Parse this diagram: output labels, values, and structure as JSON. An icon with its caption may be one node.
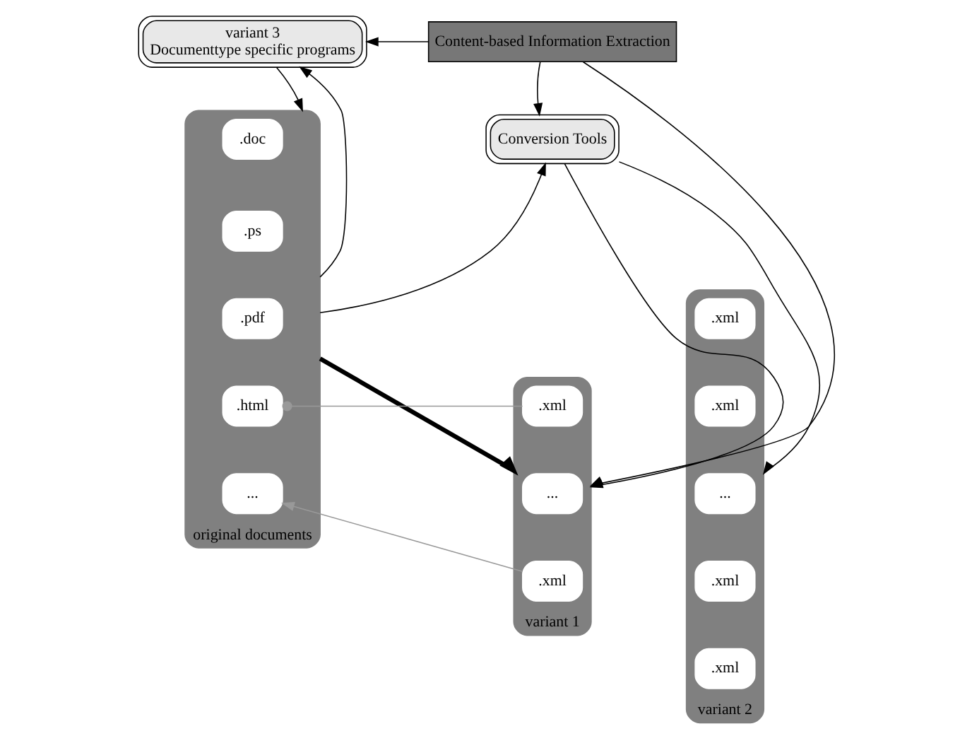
{
  "diagram": {
    "nodes": [
      {
        "text": [
          "variant 3",
          "Documenttype specific programs"
        ]
      },
      {
        "text": [
          "Content-based Information Extraction"
        ]
      },
      {
        "text": [
          "Conversion Tools"
        ]
      },
      {
        "text": [
          "original documents"
        ]
      },
      {
        "text": [
          ".doc"
        ],
        "in": 3
      },
      {
        "text": [
          ".ps"
        ],
        "in": 3
      },
      {
        "text": [
          ".pdf"
        ],
        "in": 3
      },
      {
        "text": [
          ".html"
        ],
        "in": 3
      },
      {
        "text": [
          "..."
        ],
        "in": 3
      },
      {
        "text": [
          "variant 1"
        ]
      },
      {
        "text": [
          ".xml"
        ],
        "in": 9
      },
      {
        "text": [
          "..."
        ],
        "in": 9
      },
      {
        "text": [
          ".xml"
        ],
        "in": 9
      },
      {
        "text": [
          "variant 2"
        ]
      },
      {
        "text": [
          ".xml"
        ],
        "in": 13
      },
      {
        "text": [
          ".xml"
        ],
        "in": 13
      },
      {
        "text": [
          "..."
        ],
        "in": 13
      },
      {
        "text": [
          ".xml"
        ],
        "in": 13
      },
      {
        "text": [
          ".xml"
        ],
        "in": 13
      }
    ],
    "edges": [
      {
        "from": 0,
        "to": 3,
        "arrow": "to"
      },
      {
        "from": 3,
        "to": 0,
        "arrow": "to"
      },
      {
        "from": 1,
        "to": 0,
        "arrow": "to"
      },
      {
        "from": 1,
        "to": 2,
        "arrow": "to"
      },
      {
        "from": 1,
        "to": 9,
        "arrow": "to"
      },
      {
        "from": 3,
        "to": 2,
        "arrow": "to"
      },
      {
        "from": 3,
        "to": 9,
        "arrow": "to",
        "style": "thick"
      },
      {
        "from": 2,
        "to": 9,
        "arrow": "to"
      },
      {
        "from": 2,
        "to": 13,
        "arrow": "to"
      },
      {
        "from": 10,
        "to": 7,
        "arrow": "other",
        "color": "#999999"
      },
      {
        "from": 12,
        "to": 8,
        "arrow": "to",
        "color": "#999999"
      }
    ]
  }
}
